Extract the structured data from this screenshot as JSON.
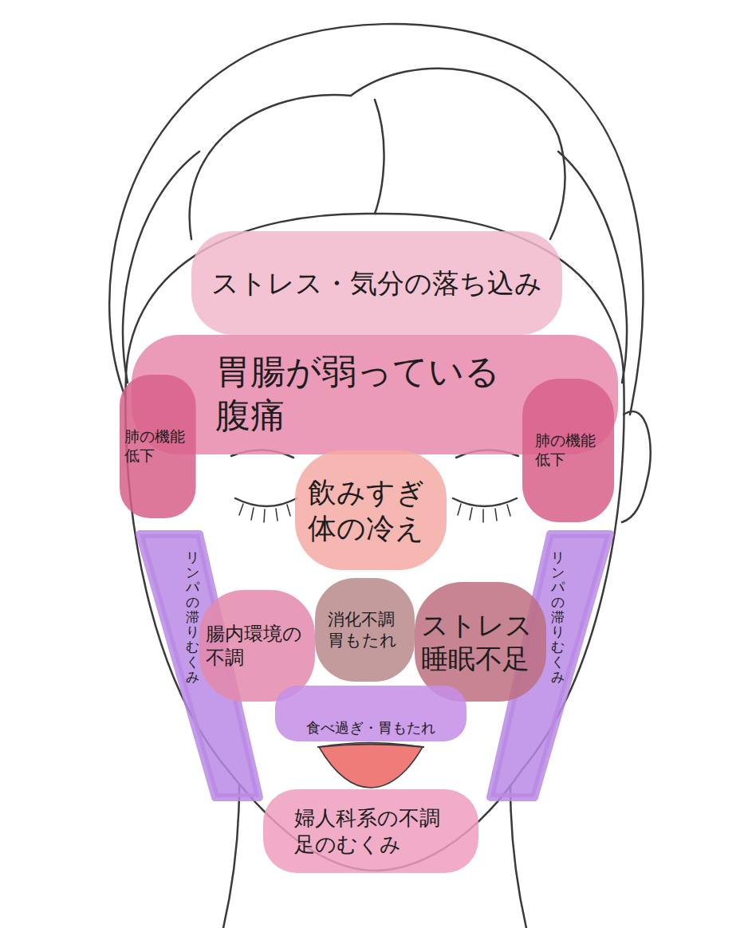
{
  "diagram": {
    "nodes": [
      {
        "text": [
          "ストレス・気分の落ち込み"
        ]
      },
      {
        "text": [
          "胃腸が弱っている 腹痛"
        ]
      },
      {
        "text": [
          "肺の機能 低下"
        ]
      },
      {
        "text": [
          "飲みすぎ 体の冷え"
        ]
      },
      {
        "text": [
          "肺の機能 低下"
        ]
      },
      {
        "text": [
          "リンパの滞りむくみ"
        ]
      },
      {
        "text": [
          "リンパの滞りむくみ"
        ]
      },
      {
        "text": [
          "腸内環境の 不調"
        ]
      },
      {
        "text": [
          "消化不調 胃もたれ"
        ]
      },
      {
        "text": [
          "ストレス 睡眠不足"
        ]
      },
      {
        "text": [
          "食べ過ぎ・胃もたれ"
        ]
      },
      {
        "text": [
          "婦人科系の不調 足のむくみ"
        ]
      }
    ]
  }
}
